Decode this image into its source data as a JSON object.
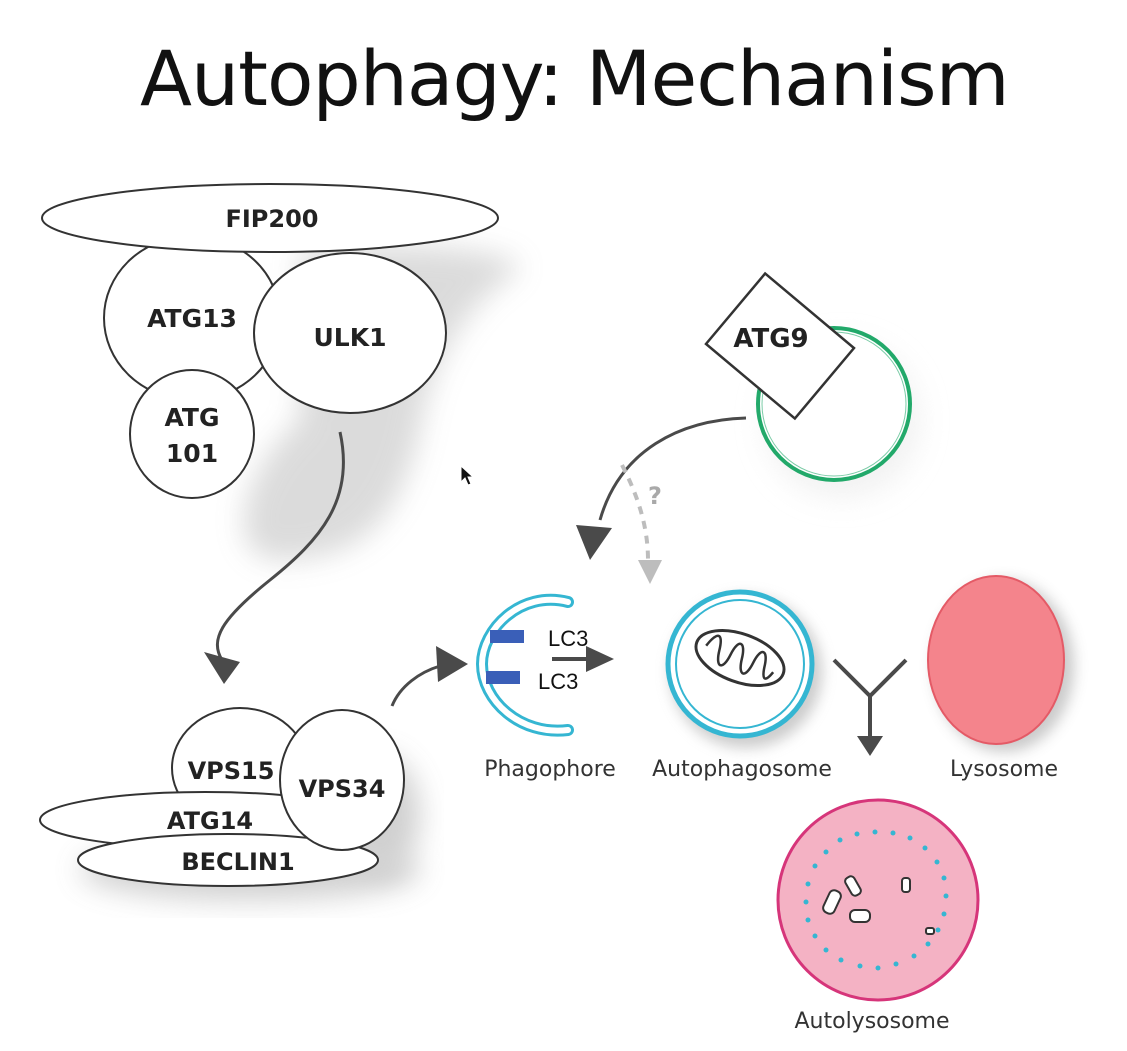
{
  "title": "Autophagy: Mechanism",
  "ulk_complex": {
    "fip200": "FIP200",
    "atg13": "ATG13",
    "ulk1": "ULK1",
    "atg101_line1": "ATG",
    "atg101_line2": "101"
  },
  "pi3k_complex": {
    "vps15": "VPS15",
    "vps34": "VPS34",
    "atg14": "ATG14",
    "beclin1": "BECLIN1"
  },
  "atg9": "ATG9",
  "question_mark": "?",
  "lc3_top": "LC3",
  "lc3_bottom": "LC3",
  "captions": {
    "phagophore": "Phagophore",
    "autophagosome": "Autophagosome",
    "lysosome": "Lysosome",
    "autolysosome": "Autolysosome"
  },
  "colors": {
    "phagophore": "#35b6d2",
    "lc3_marker": "#3a5fb8",
    "atg9_vesicle": "#22a96a",
    "lysosome": "#f4848c",
    "autolysosome": "#f4b2c4",
    "autolysosome_rim": "#d6357a",
    "arrow": "#4a4a4a"
  }
}
